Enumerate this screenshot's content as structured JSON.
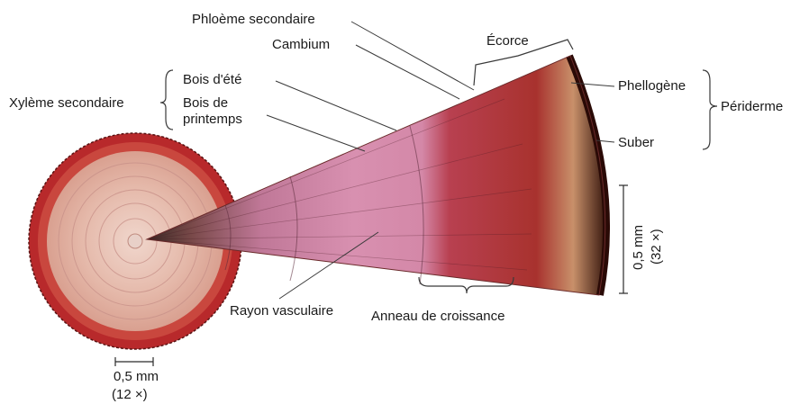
{
  "labels": {
    "phloeme_secondaire": "Phloème secondaire",
    "cambium": "Cambium",
    "ecorce": "Écorce",
    "phellogene": "Phellogène",
    "periderme": "Périderme",
    "suber": "Suber",
    "xyleme_secondaire": "Xylème secondaire",
    "bois_ete": "Bois d'été",
    "bois_printemps_1": "Bois de",
    "bois_printemps_2": "printemps",
    "rayon_vasculaire": "Rayon vasculaire",
    "anneau_croissance": "Anneau de croissance"
  },
  "scale_bars": {
    "small_value": "0,5 mm",
    "small_mag": "(12 ×)",
    "large_value": "0,5 mm",
    "large_mag": "(32 ×)"
  },
  "colors": {
    "bark_red": "#b8292b",
    "bark_dark": "#4a1a14",
    "wood_pale": "#e6c0b4",
    "wood_pink": "#d88aa8",
    "phloem_red": "#c43a3a",
    "line": "#3a3a3a"
  }
}
